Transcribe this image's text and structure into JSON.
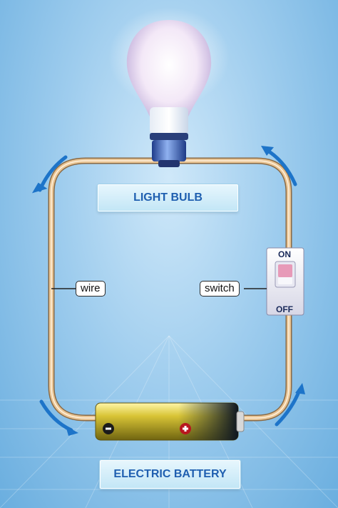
{
  "labels": {
    "light_bulb": "LIGHT BULB",
    "electric_battery": "ELECTRIC BATTERY",
    "wire": "wire",
    "switch": "switch",
    "switch_on": "ON",
    "switch_off": "OFF"
  },
  "colors": {
    "label_text": "#1f5fb0",
    "arrow": "#1d74c9",
    "wire": "#d9b07c"
  }
}
